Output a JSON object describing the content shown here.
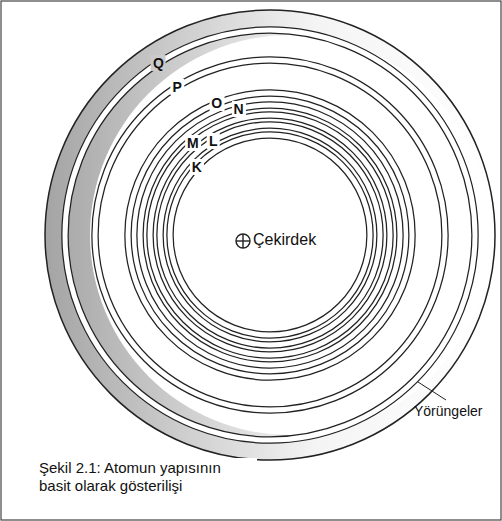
{
  "diagram": {
    "caption": "Şekil 2.1: Atomun yapısının basit olarak gösterilişi",
    "labels": [
      "Q",
      "P",
      "O",
      "N",
      "M",
      "L",
      "K",
      "Çekirdek",
      "Yörüngeler"
    ]
  }
}
